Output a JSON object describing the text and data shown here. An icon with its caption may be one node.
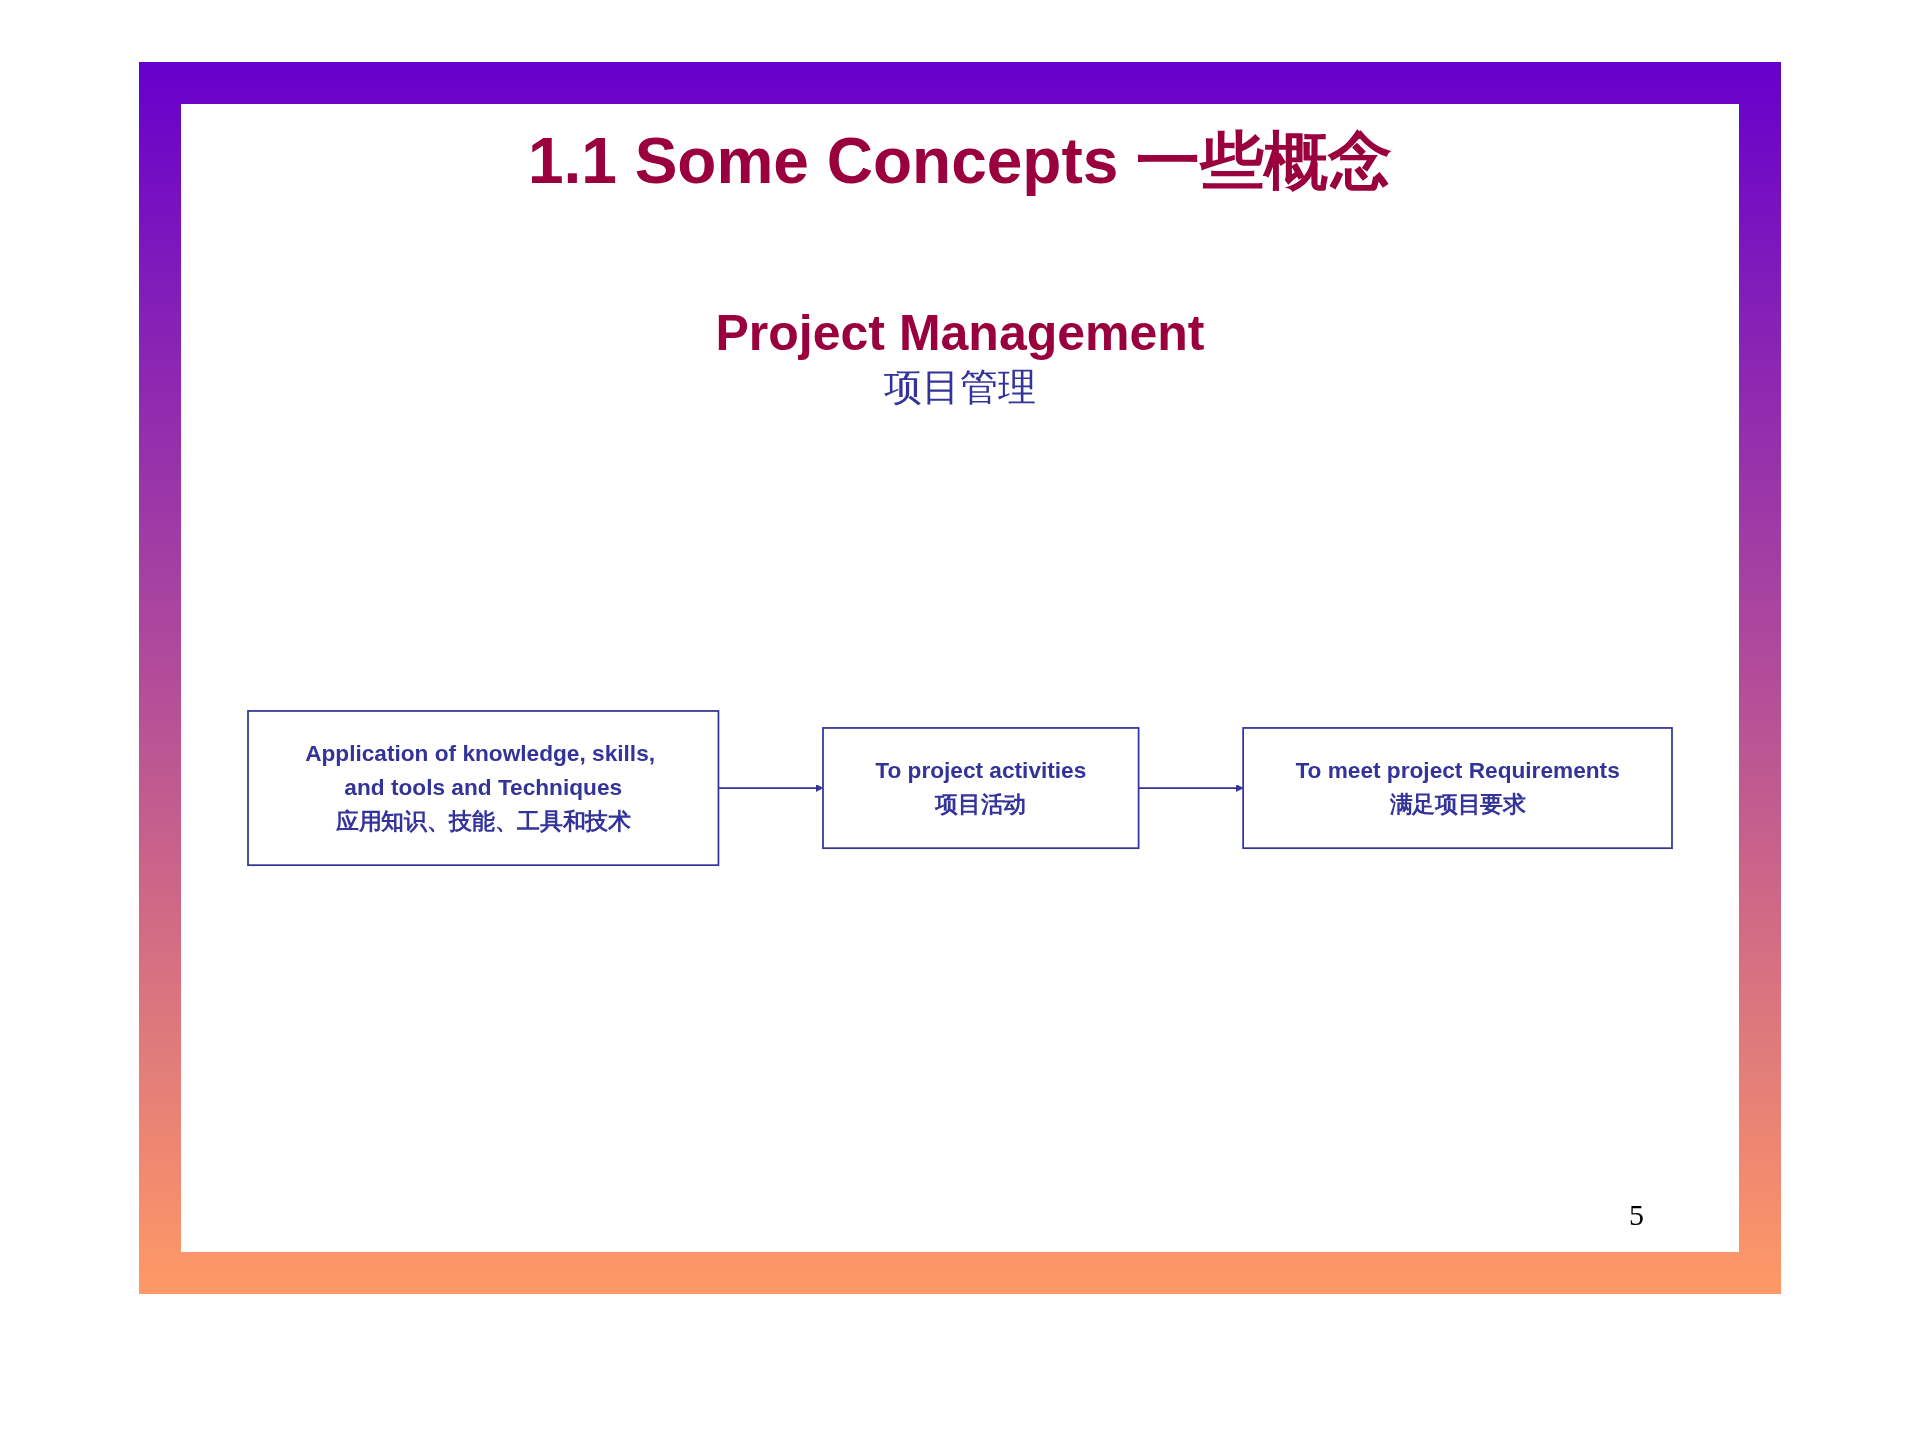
{
  "diagram": {
    "title": "1.1 Some Concepts 一些概念",
    "nodes": [
      {
        "text": [
          "Application of knowledge, skills, and tools and Techniques",
          "应用知识、技能、工具和技术"
        ]
      },
      {
        "text": [
          "To project activities",
          "项目活动"
        ]
      },
      {
        "text": [
          "To meet project Requirements",
          "满足项目要求"
        ]
      }
    ],
    "edges": [
      {
        "from": 0,
        "to": 1,
        "arrow": "to"
      },
      {
        "from": 1,
        "to": 2,
        "arrow": "to"
      }
    ],
    "labels": [
      "Project Management",
      "项目管理",
      "5"
    ]
  }
}
